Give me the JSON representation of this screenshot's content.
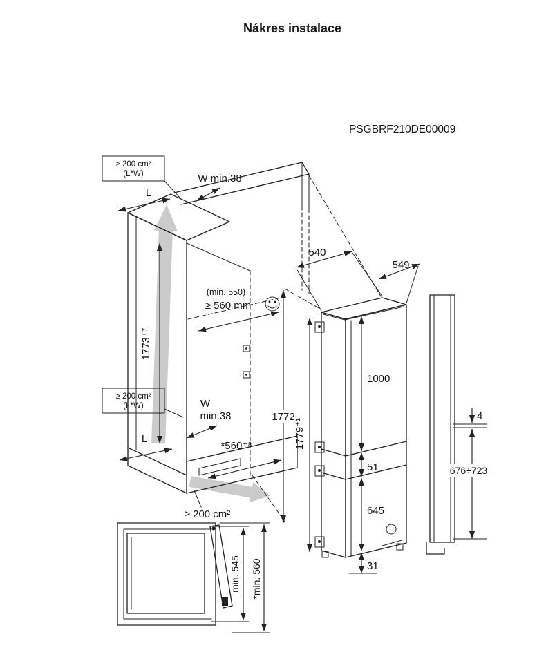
{
  "page": {
    "title": "Nákres instalace",
    "model": "PSGBRF210DE00009"
  },
  "colors": {
    "ink": "#222222",
    "airflow_gray": "#cbcbcb"
  },
  "niche": {
    "vent_top_line1": "≥ 200 cm²",
    "vent_top_line2": "(L*W)",
    "depth_label_top": "L",
    "wall_top": "W min.38",
    "height": "1773⁺⁷",
    "depth_note_small": "(min. 550)",
    "depth_note_big": "≥ 560 mm",
    "vent_mid_line1": "≥ 200 cm²",
    "vent_mid_line2": "(L*W)",
    "wall_mid_w": "W",
    "wall_mid_min": "min.38",
    "depth_label_mid": "L",
    "width": "*560⁺⁸",
    "inner_height": "1772",
    "vent_bottom": "≥ 200 cm²"
  },
  "fridge": {
    "depth": "540",
    "width": "549",
    "height": "1779⁺¹",
    "upper_door": "1000",
    "door_gap": "51",
    "lower_door": "645",
    "bottom_clearance": "31"
  },
  "panel": {
    "top_gap": "4",
    "height_range": "676÷723"
  },
  "door_detail": {
    "depth_min": "min. 545",
    "depth_min_star": "*min. 560"
  }
}
